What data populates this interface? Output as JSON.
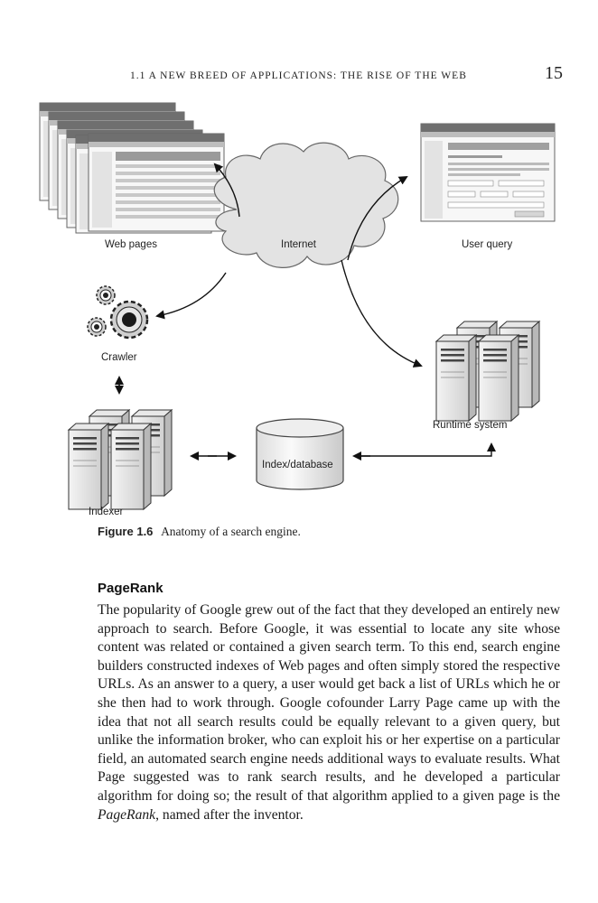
{
  "header": {
    "running_head": "1.1 A NEW BREED OF APPLICATIONS: THE RISE OF THE WEB",
    "page_number": "15"
  },
  "figure": {
    "labels": {
      "web_pages": "Web pages",
      "internet": "Internet",
      "user_query": "User query",
      "crawler": "Crawler",
      "runtime_system": "Runtime system",
      "index_database": "Index/database",
      "indexer": "Indexer"
    },
    "caption_label": "Figure 1.6",
    "caption_text": "Anatomy of a search engine."
  },
  "section": {
    "heading": "PageRank",
    "paragraph_before_italic": "The popularity of Google grew out of the fact that they developed an entirely new approach to search. Before Google, it was essential to locate any site whose content was related or contained a given search term. To this end, search engine builders constructed indexes of Web pages and often simply stored the respective URLs. As an answer to a query, a user would get back a list of URLs which he or she then had to work through. Google cofounder Larry Page came up with the idea that not all search results could be equally relevant to a given query, but unlike the information broker, who can exploit his or her expertise on a particular field, an automated search engine needs additional ways to evaluate results. What Page suggested was to rank search results, and he developed a particular algorithm for doing so; the result of that algorithm applied to a given page is the ",
    "italic_term": "PageRank",
    "paragraph_after_italic": ", named after the inventor."
  }
}
